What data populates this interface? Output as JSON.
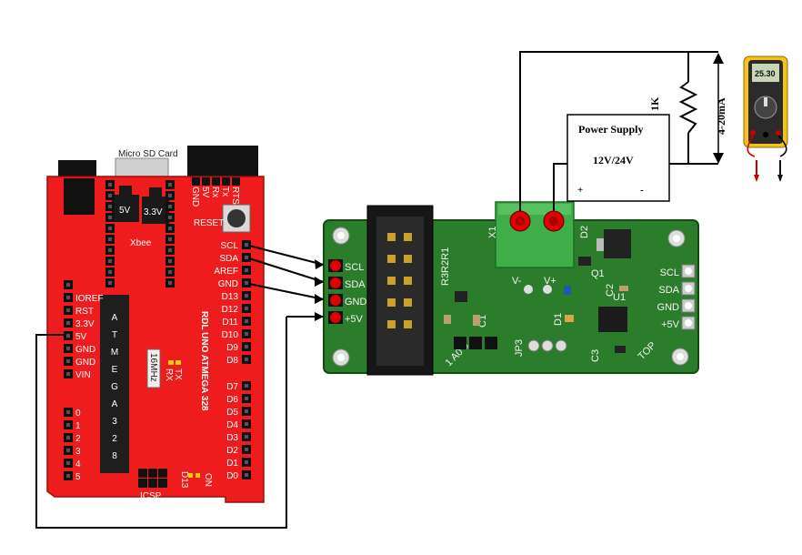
{
  "arduino": {
    "board_name": "RDL UNO ATMEGA 328",
    "chip_letters": [
      "A",
      "T",
      "M",
      "E",
      "G",
      "A",
      "3",
      "2",
      "8"
    ],
    "microsd_label": "Micro SD Card",
    "reg_5v": "5V",
    "reg_33v": "3.3V",
    "xbee_label": "Xbee",
    "reset_label": "RESET",
    "crystal_label": "16MHz",
    "rx_label": "RX",
    "tx_label": "TX",
    "d13_label": "D13",
    "on_label": "ON",
    "icsp_label": "ICSP",
    "top_header_labels": [
      "GND",
      "5V",
      "Rx",
      "Tx",
      "RTS"
    ],
    "upper_right_labels": [
      "SCL",
      "SDA",
      "AREF",
      "GND",
      "D13",
      "D12",
      "D11",
      "D10",
      "D9",
      "D8"
    ],
    "lower_right_labels": [
      "D7",
      "D6",
      "D5",
      "D4",
      "D3",
      "D2",
      "D1",
      "D0"
    ],
    "power_labels": [
      "IOREF",
      "RST",
      "3.3V",
      "5V",
      "GND",
      "GND",
      "VIN"
    ],
    "analog_labels": [
      "0",
      "1",
      "2",
      "3",
      "4",
      "5"
    ]
  },
  "module": {
    "header_labels": [
      "SCL",
      "SDA",
      "GND",
      "+5V"
    ],
    "right_labels": [
      "SCL",
      "SDA",
      "GND",
      "+5V"
    ],
    "silk": {
      "r3r2r1": "R3R2R1",
      "x1": "X1",
      "d2": "D2",
      "q1": "Q1",
      "c2": "C2",
      "d1": "D1",
      "c1": "C1",
      "u1": "U1",
      "c3": "C3",
      "jp3": "JP3",
      "jp_labels": "1 A0 0",
      "top": "TOP",
      "v_minus": "V-",
      "v_plus": "V+"
    }
  },
  "power_supply": {
    "title": "Power Supply",
    "voltage": "12V/24V",
    "plus": "+",
    "minus": "-"
  },
  "resistor_label": "1K",
  "current_label": "4-20mA",
  "multimeter_reading": "25.30"
}
